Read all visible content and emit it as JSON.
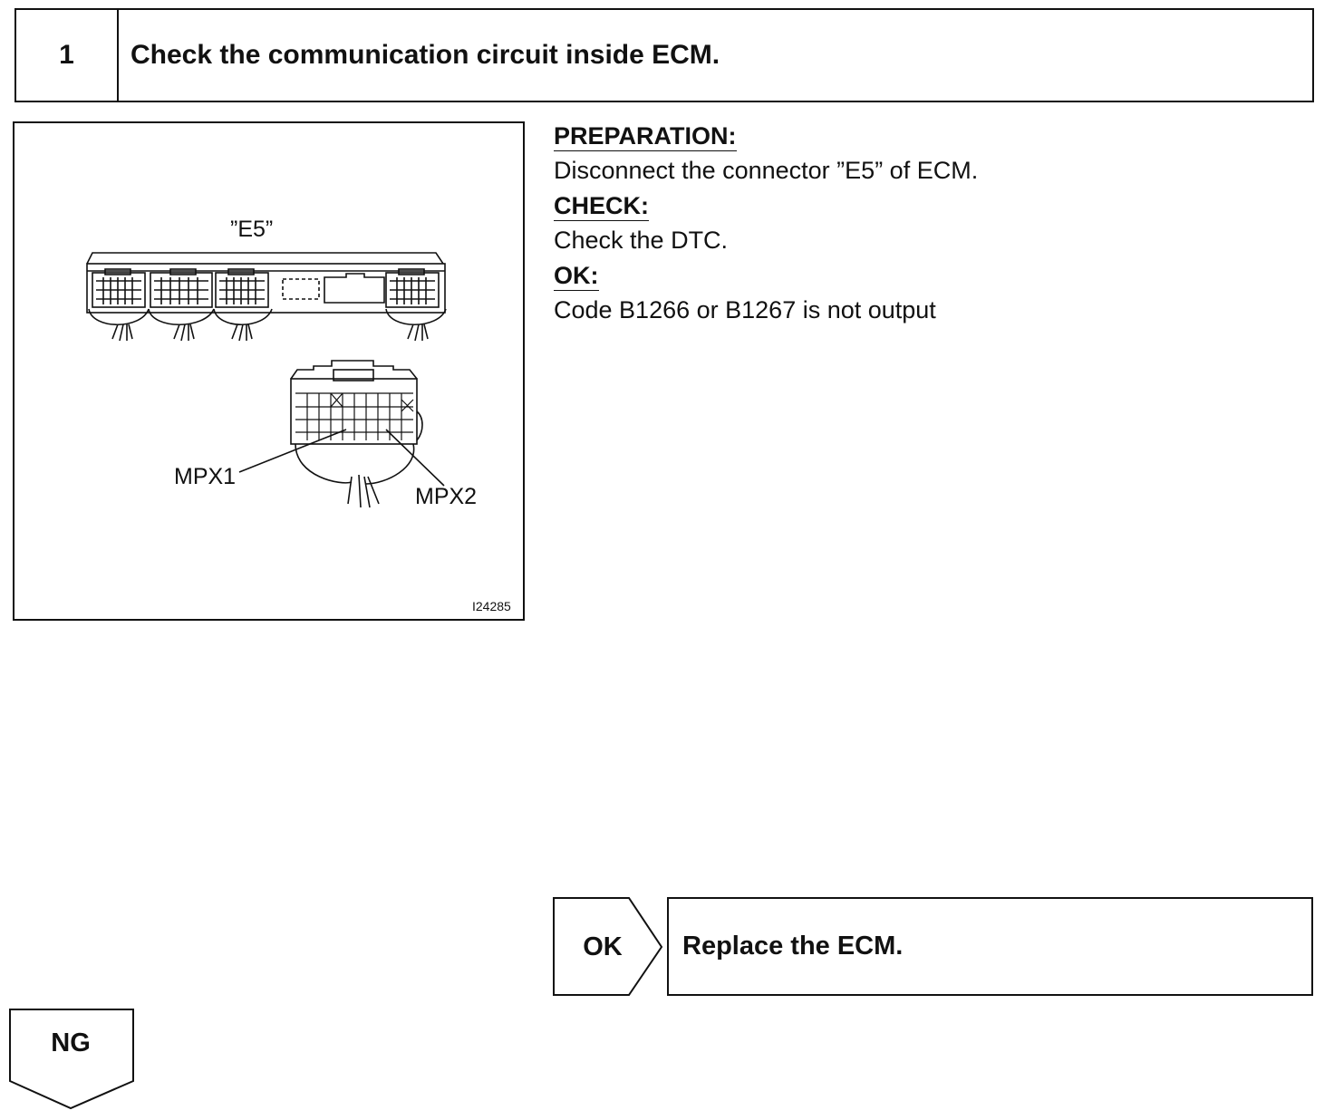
{
  "step": {
    "number": "1",
    "title": "Check the communication circuit inside ECM."
  },
  "figure": {
    "connector_label": "”E5”",
    "terminal_label_1": "MPX1",
    "terminal_label_2": "MPX2",
    "figure_id": "I24285"
  },
  "procedure": {
    "preparation_heading": "PREPARATION:",
    "preparation_text": "Disconnect the connector ”E5” of ECM.",
    "check_heading": "CHECK:",
    "check_text": "Check the DTC.",
    "ok_heading": "OK:",
    "ok_text": "Code B1266 or B1267 is not output"
  },
  "result_ok": {
    "label": "OK",
    "action": "Replace the ECM."
  },
  "result_ng": {
    "label": "NG"
  }
}
